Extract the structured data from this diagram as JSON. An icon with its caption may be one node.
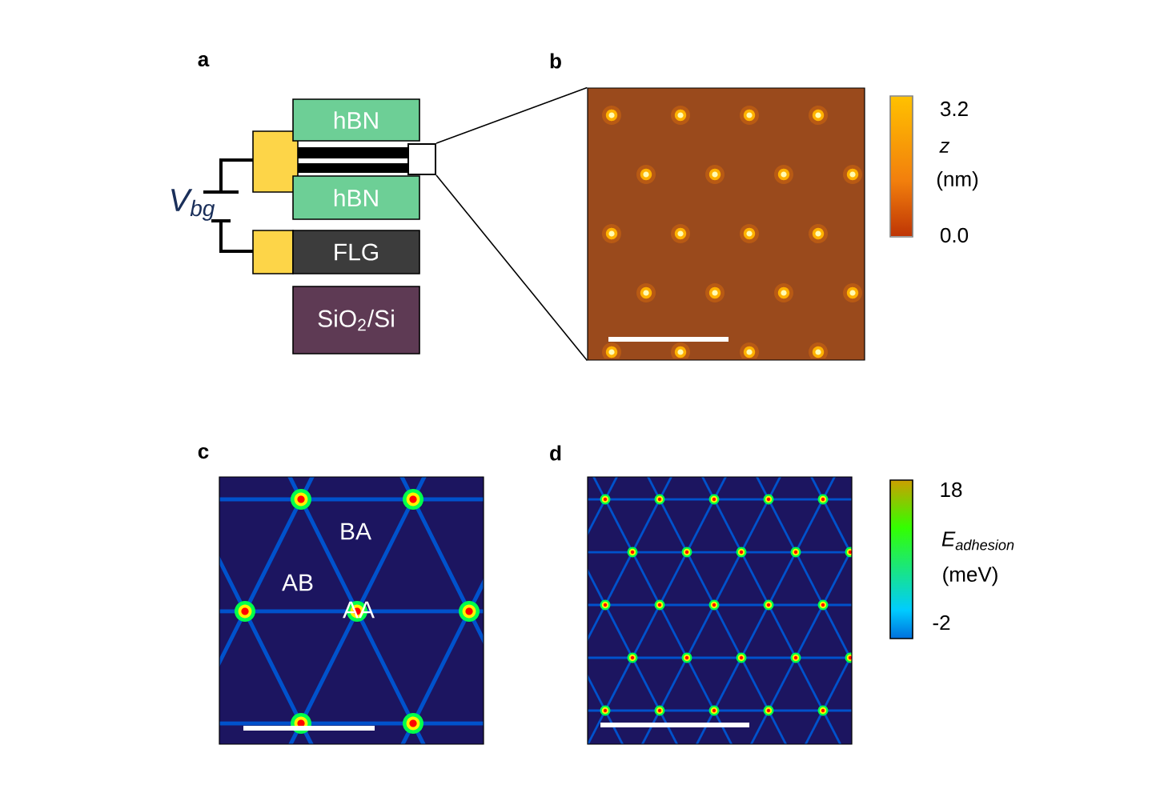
{
  "diagram": {
    "nodes": [
      {
        "text": [
          "hBN"
        ]
      },
      {
        "text": [
          "hBN"
        ]
      },
      {
        "text": [
          "FLG"
        ]
      },
      {
        "text": [
          "SiO$_{2}$/Si"
        ]
      },
      {
        "text": [],
        "shape": "box"
      },
      {
        "text": [],
        "shape": "picture"
      }
    ],
    "edges": [
      {
        "from": 4,
        "to": 5,
        "arrow": "none"
      },
      {
        "from": 4,
        "to": 5,
        "arrow": "none"
      }
    ],
    "labels": [
      "a",
      "b",
      "V$_{bg}$",
      "3.2",
      "z",
      "(nm)",
      "0.0",
      "c",
      "d",
      "BA",
      "AB",
      "AA",
      "18",
      "E$_{adhesion}$",
      "(meV)",
      "-2"
    ]
  }
}
